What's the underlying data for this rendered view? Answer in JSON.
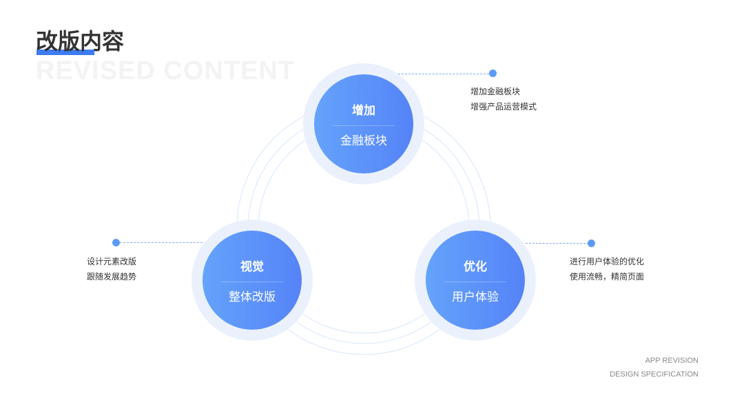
{
  "header": {
    "title": "改版内容",
    "subtitle_en": "REVISED CONTENT"
  },
  "nodes": [
    {
      "title": "增加",
      "subtitle": "金融板块",
      "desc": [
        "增加金融板块",
        "增强产品运营模式"
      ]
    },
    {
      "title": "视觉",
      "subtitle": "整体改版",
      "desc": [
        "设计元素改版",
        "跟随发展趋势"
      ]
    },
    {
      "title": "优化",
      "subtitle": "用户体验",
      "desc": [
        "进行用户体验的优化",
        "使用流畅，精简页面"
      ]
    }
  ],
  "footer": {
    "line1": "APP REVISION",
    "line2": "DESIGN SPECIFICATION"
  },
  "colors": {
    "accent": "#3d7cf2",
    "gradient_start": "#64a3fb",
    "gradient_end": "#5583f8"
  }
}
